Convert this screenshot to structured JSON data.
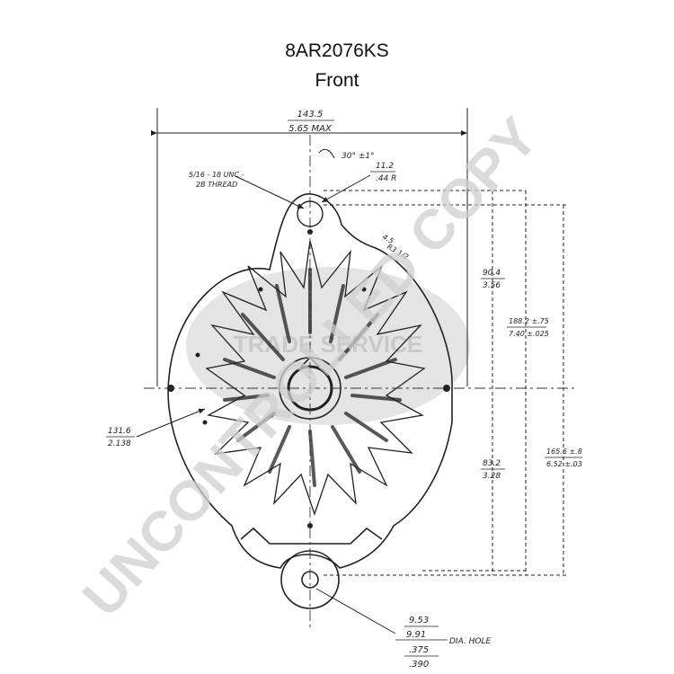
{
  "header": {
    "part_number": "8AR2076KS",
    "view": "Front"
  },
  "watermark": {
    "diagonal_text": "UNCONTROLLED COPY",
    "logo_text": "TRADE SERVICE",
    "color": "#cccccc"
  },
  "dimensions": {
    "overall_width": {
      "mm": "143.5",
      "in": "5.65 MAX"
    },
    "boss_angle": "30° ±1°",
    "thread_note": {
      "line1": "5/16 - 18 UNC -",
      "line2": "2B THREAD"
    },
    "boss_radius": {
      "mm": "11.2",
      "in": ".44 R"
    },
    "slot": {
      "mm": "4.5",
      "extra": "R3 1/2"
    },
    "upper_height": {
      "mm": "90.4",
      "in": "3.56"
    },
    "mount_span": {
      "mm": "188.2 ±.75",
      "in": "7.40 ±.025"
    },
    "lower_height": {
      "mm": "83.2",
      "in": "3.28"
    },
    "total_right": {
      "mm": "165.6 ±.8",
      "in": "6.52 ±.03"
    },
    "left_radius": {
      "mm": "131.6",
      "in": "2.138"
    },
    "hole": {
      "a": "9.53",
      "b": "9.91",
      "c": ".375",
      "d": ".390",
      "label": "DIA. HOLE"
    }
  }
}
